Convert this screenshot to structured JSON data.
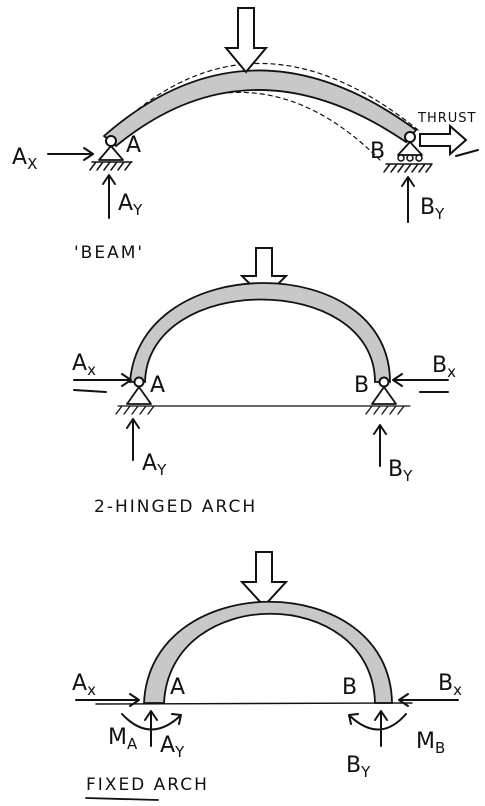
{
  "beam_diagram": {
    "hinge_left": "A",
    "hinge_right": "B",
    "reaction_ax": {
      "main": "A",
      "sub": "X"
    },
    "reaction_ay": {
      "main": "A",
      "sub": "Y"
    },
    "reaction_by": {
      "main": "B",
      "sub": "Y"
    },
    "thrust_label": "THRUST",
    "caption": "'BEAM'"
  },
  "two_hinged_arch": {
    "hinge_left": "A",
    "hinge_right": "B",
    "reaction_ax": {
      "main": "A",
      "sub": "x"
    },
    "reaction_bx": {
      "main": "B",
      "sub": "x"
    },
    "reaction_ay": {
      "main": "A",
      "sub": "Y"
    },
    "reaction_by": {
      "main": "B",
      "sub": "Y"
    },
    "caption": "2-HINGED ARCH"
  },
  "fixed_arch": {
    "support_left": "A",
    "support_right": "B",
    "reaction_ax": {
      "main": "A",
      "sub": "x"
    },
    "reaction_bx": {
      "main": "B",
      "sub": "x"
    },
    "reaction_ay": {
      "main": "A",
      "sub": "Y"
    },
    "reaction_by": {
      "main": "B",
      "sub": "Y"
    },
    "moment_a": {
      "main": "M",
      "sub": "A"
    },
    "moment_b": {
      "main": "M",
      "sub": "B"
    },
    "caption": "FIXED ARCH"
  },
  "colors": {
    "ink": "#111111",
    "arch_fill": "#c8c8c8"
  }
}
